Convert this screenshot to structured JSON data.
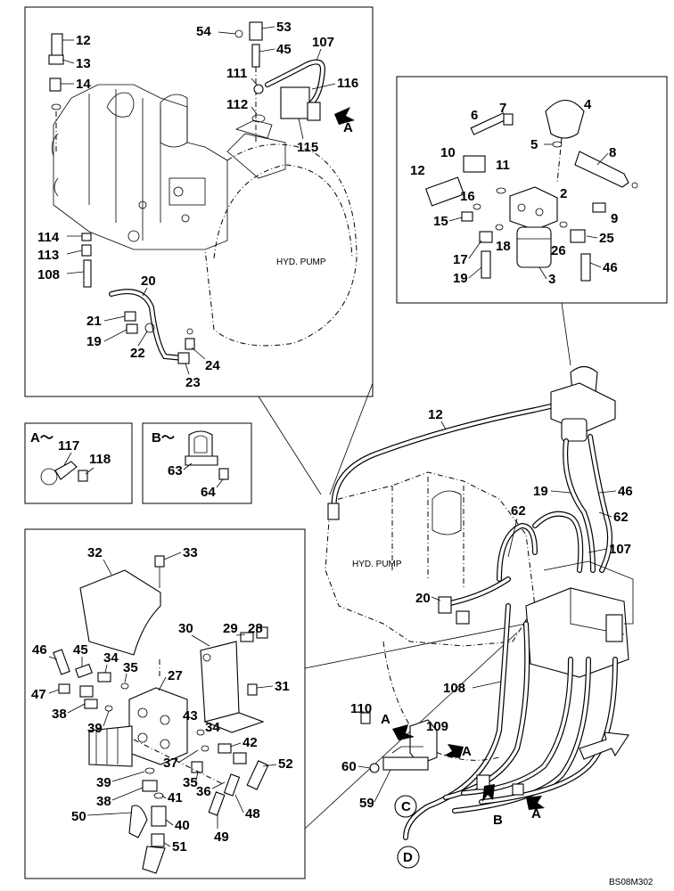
{
  "diagram": {
    "pump_label": "HYD. PUMP",
    "ref_code": "BS08M302",
    "detail_a": {
      "title": "A～",
      "parts": [
        "117",
        "118"
      ]
    },
    "detail_b": {
      "title": "B～",
      "parts": [
        "63",
        "64"
      ]
    },
    "view_markers": [
      "A",
      "B"
    ],
    "circle_refs": [
      "C",
      "D"
    ],
    "callouts_pump": [
      "12",
      "13",
      "14",
      "54",
      "53",
      "45",
      "107",
      "111",
      "116",
      "112",
      "115",
      "114",
      "113",
      "108",
      "20",
      "21",
      "19",
      "22",
      "24",
      "23"
    ],
    "callouts_filter": [
      "4",
      "6",
      "7",
      "5",
      "8",
      "10",
      "11",
      "12",
      "2",
      "16",
      "15",
      "9",
      "17",
      "18",
      "26",
      "25",
      "19",
      "3",
      "46"
    ],
    "callouts_valve": [
      "32",
      "33",
      "30",
      "29",
      "28",
      "46",
      "45",
      "34",
      "35",
      "27",
      "31",
      "47",
      "38",
      "39",
      "43",
      "34",
      "42",
      "52",
      "37",
      "35",
      "36",
      "39",
      "38",
      "41",
      "50",
      "40",
      "48",
      "49",
      "51"
    ],
    "callouts_main": [
      "12",
      "19",
      "46",
      "62",
      "62",
      "107",
      "20",
      "108",
      "110",
      "109",
      "60",
      "59"
    ]
  }
}
